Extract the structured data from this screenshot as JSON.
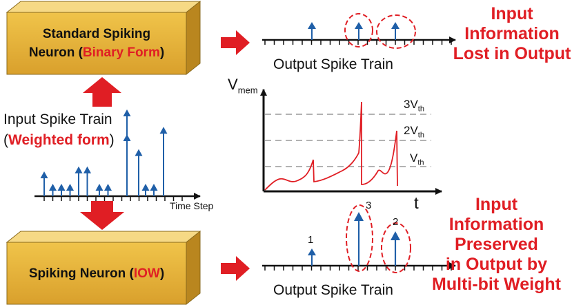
{
  "top_box": {
    "line1": "Standard Spiking",
    "line2_prefix": "Neuron (",
    "line2_highlight": "Binary Form",
    "line2_suffix": ")"
  },
  "bottom_box": {
    "prefix": "Spiking Neuron (",
    "highlight": "IOW",
    "suffix": ")"
  },
  "input": {
    "line1": "Input Spike Train",
    "line2_prefix": "(",
    "line2_highlight": "Weighted form",
    "line2_suffix": ")",
    "axis_label": "Time Step"
  },
  "outputs": {
    "top_label": "Output Spike Train",
    "bottom_label": "Output Spike Train"
  },
  "membrane": {
    "y_label": "V",
    "y_label_sub": "mem",
    "x_label": "t",
    "th3": "3V",
    "th2": "2V",
    "th1": "V",
    "th_sub": "th"
  },
  "spike_weights": [
    "1",
    "3",
    "2"
  ],
  "right_text": {
    "top": [
      "Input",
      "Information",
      "Lost in Output"
    ],
    "bottom": [
      "Input",
      "Information",
      "Preserved",
      "in Output by",
      "Multi-bit Weight"
    ]
  },
  "colors": {
    "box": "#e6b43b",
    "red": "#e01e24",
    "blue": "#1f5fa8",
    "trace": "#e01e24"
  },
  "input_spikes": [
    1,
    0.5,
    0.5,
    0.5,
    1.2,
    1.2,
    2.5,
    0.5,
    0.5,
    3.5,
    1.9,
    0.5,
    0.5,
    2.8
  ]
}
